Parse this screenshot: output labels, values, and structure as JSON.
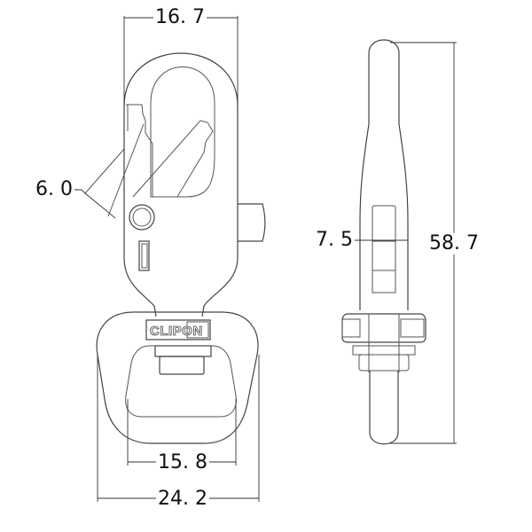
{
  "drawing": {
    "title": "Swivel snap hook dimension drawing",
    "brand_text": "CLIPON",
    "line_color": "#555555",
    "background": "#ffffff"
  },
  "dimensions": {
    "top_width": "16. 7",
    "gate_opening": "6. 0",
    "inner_width": "15. 8",
    "overall_width": "24. 2",
    "side_thickness": "7. 5",
    "overall_length": "58. 7"
  },
  "views": [
    {
      "name": "front-view"
    },
    {
      "name": "side-view"
    }
  ]
}
